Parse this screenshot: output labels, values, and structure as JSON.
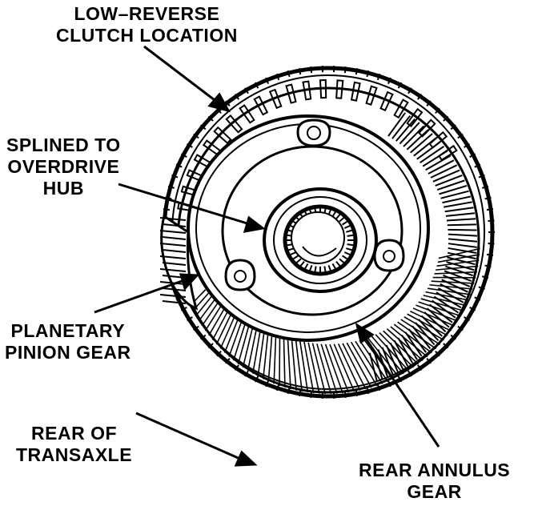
{
  "labels": {
    "low_reverse": [
      "LOW–REVERSE",
      "CLUTCH LOCATION"
    ],
    "splined": [
      "SPLINED TO",
      "OVERDRIVE",
      "HUB"
    ],
    "planetary": [
      "PLANETARY",
      "PINION GEAR"
    ],
    "rear_transaxle": [
      "REAR OF",
      "TRANSAXLE"
    ],
    "rear_annulus": [
      "REAR ANNULUS",
      "GEAR"
    ]
  },
  "colors": {
    "ink": "#000000",
    "paper": "#ffffff"
  }
}
